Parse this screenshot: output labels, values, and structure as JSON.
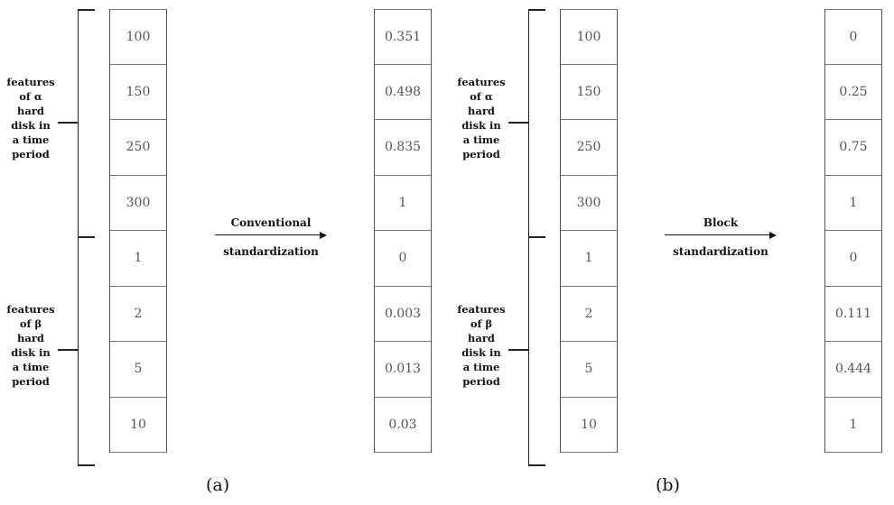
{
  "panel_a": {
    "caption": "(a)",
    "input_values": [
      "100",
      "150",
      "250",
      "300",
      "1",
      "2",
      "5",
      "10"
    ],
    "output_values": [
      "0.351",
      "0.498",
      "0.835",
      "1",
      "0",
      "0.003",
      "0.013",
      "0.03"
    ],
    "group_alpha_label": [
      "features",
      "of α",
      "hard",
      "disk in",
      "a time",
      "period"
    ],
    "group_beta_label": [
      "features",
      "of β",
      "hard",
      "disk in",
      "a time",
      "period"
    ],
    "arrow_top": "Conventional",
    "arrow_bottom": "standardization"
  },
  "panel_b": {
    "caption": "(b)",
    "input_values": [
      "100",
      "150",
      "250",
      "300",
      "1",
      "2",
      "5",
      "10"
    ],
    "output_values": [
      "0",
      "0.25",
      "0.75",
      "1",
      "0",
      "0.111",
      "0.444",
      "1"
    ],
    "group_alpha_label": [
      "features",
      "of α",
      "hard",
      "disk in",
      "a time",
      "period"
    ],
    "group_beta_label": [
      "features",
      "of β",
      "hard",
      "disk in",
      "a time",
      "period"
    ],
    "arrow_top": "Block",
    "arrow_bottom": "standardization"
  }
}
